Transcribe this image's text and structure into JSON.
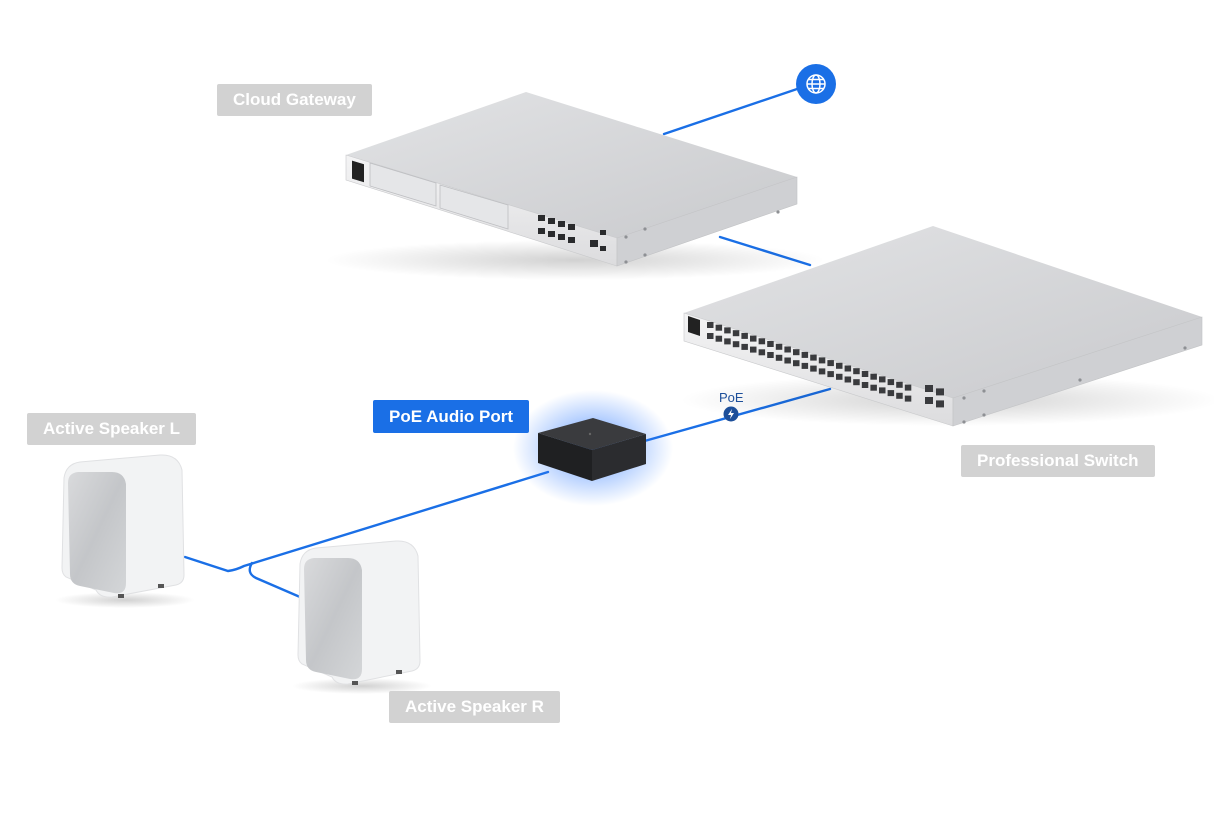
{
  "labels": {
    "cloud_gateway": "Cloud Gateway",
    "professional_switch": "Professional Switch",
    "poe_audio_port": "PoE Audio Port",
    "speaker_left": "Active Speaker L",
    "speaker_right": "Active Speaker R",
    "poe": "PoE"
  },
  "colors": {
    "link": "#1a6fe6",
    "label_bg": "#d2d2d2",
    "label_active_bg": "#1a6fe6",
    "device_body": "#e9e9ea",
    "audio_port_body": "#2a2b2d"
  },
  "icons": {
    "internet": "globe-icon",
    "poe": "lightning-icon"
  }
}
